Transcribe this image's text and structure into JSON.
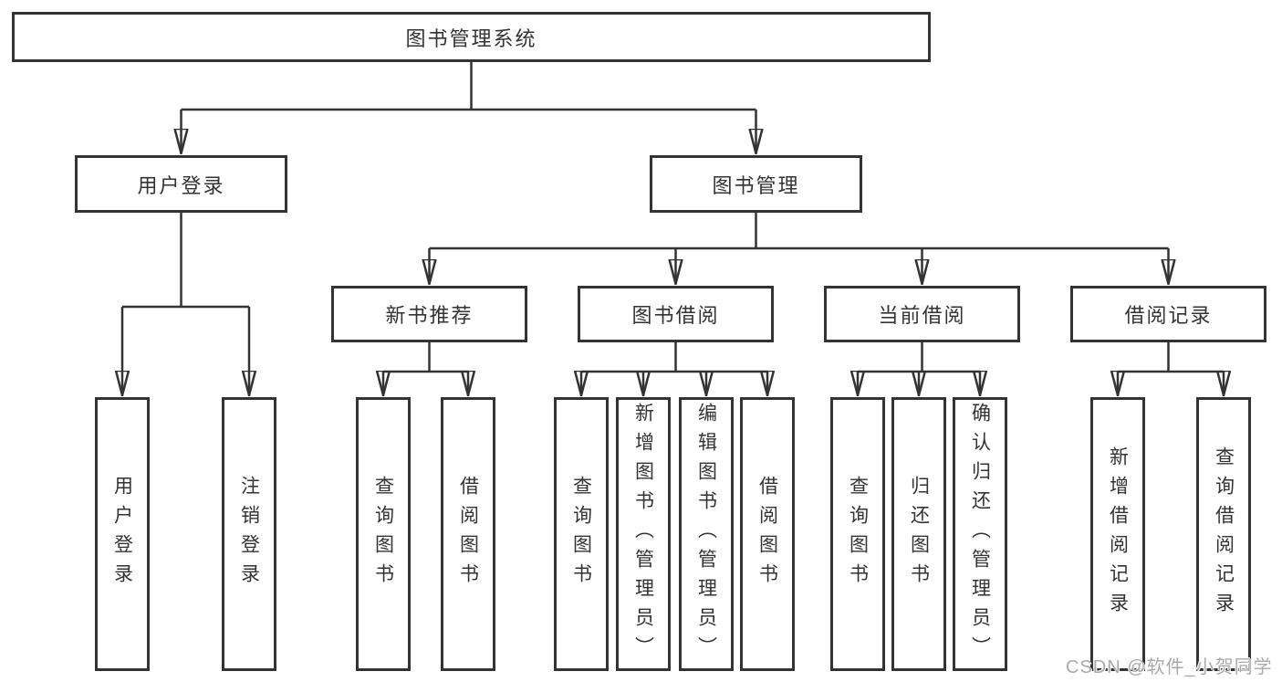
{
  "colors": {
    "line": "#333333",
    "box_border": "#333333",
    "box_background": "#ffffff",
    "text": "#333333",
    "watermark_text": "#a9a9a9"
  },
  "tree": {
    "root": {
      "label": "图书管理系统"
    },
    "branches": [
      {
        "label": "用户登录",
        "children": [
          {
            "label": "用户登录"
          },
          {
            "label": "注销登录"
          }
        ]
      },
      {
        "label": "图书管理",
        "children": [
          {
            "label": "新书推荐",
            "children": [
              {
                "label": "查询图书"
              },
              {
                "label": "借阅图书"
              }
            ]
          },
          {
            "label": "图书借阅",
            "children": [
              {
                "label": "查询图书"
              },
              {
                "label": "新增图书（管理员）"
              },
              {
                "label": "编辑图书（管理员）"
              },
              {
                "label": "借阅图书"
              }
            ]
          },
          {
            "label": "当前借阅",
            "children": [
              {
                "label": "查询图书"
              },
              {
                "label": "归还图书"
              },
              {
                "label": "确认归还（管理员）"
              }
            ]
          },
          {
            "label": "借阅记录",
            "children": [
              {
                "label": "新增借阅记录"
              },
              {
                "label": "查询借阅记录"
              }
            ]
          }
        ]
      }
    ]
  },
  "watermark": {
    "text": "CSDN @软件_小贺同学"
  }
}
